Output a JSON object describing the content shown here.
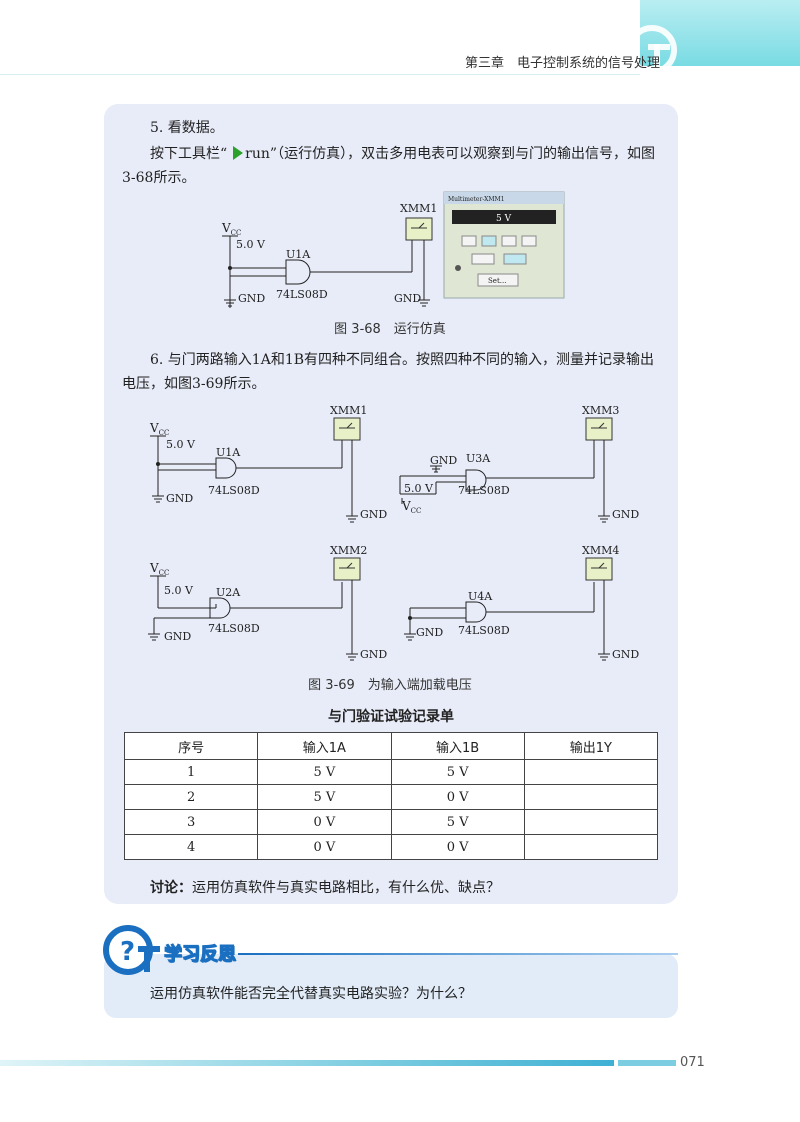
{
  "header": {
    "chapter": "第三章　电子控制系统的信号处理"
  },
  "step5": {
    "title": "5. 看数据。",
    "line1_pre": "按下工具栏“",
    "run_label": "run",
    "line1_post": "”（运行仿真），双击多用电表可以观察到与门的输出信号，如图",
    "line2": "3-68所示。"
  },
  "fig68": {
    "vcc": "V",
    "vcc_sub": "CC",
    "voltage": "5.0 V",
    "gate": "U1A",
    "chip": "74LS08D",
    "gnd": "GND",
    "meter": "XMM1",
    "dialog_title": "Multimeter-XMM1",
    "dialog_reading": "5 V",
    "dialog_set": "Set...",
    "caption": "图 3-68　运行仿真"
  },
  "step6": {
    "line1": "6. 与门两路输入1A和1B有四种不同组合。按照四种不同的输入，测量并记录输出",
    "line2": "电压，如图3-69所示。"
  },
  "fig69": {
    "vcc": "V",
    "vcc_sub": "CC",
    "voltage": "5.0 V",
    "gnd": "GND",
    "chip": "74LS08D",
    "meters": [
      "XMM1",
      "XMM3",
      "XMM2",
      "XMM4"
    ],
    "gates": [
      "U1A",
      "U3A",
      "U2A",
      "U4A"
    ],
    "caption": "图 3-69　为输入端加载电压"
  },
  "table": {
    "title": "与门验证试验记录单",
    "headers": [
      "序号",
      "输入1A",
      "输入1B",
      "输出1Y"
    ],
    "rows": [
      [
        "1",
        "5 V",
        "5 V",
        ""
      ],
      [
        "2",
        "5 V",
        "0 V",
        ""
      ],
      [
        "3",
        "0 V",
        "5 V",
        ""
      ],
      [
        "4",
        "0 V",
        "0 V",
        ""
      ]
    ]
  },
  "discussion": {
    "label": "讨论：",
    "text": "运用仿真软件与真实电路相比，有什么优、缺点？"
  },
  "review": {
    "title": "学习反思",
    "question": "运用仿真软件能否完全代替真实电路实验？为什么？"
  },
  "footer": {
    "page_number": "071"
  }
}
